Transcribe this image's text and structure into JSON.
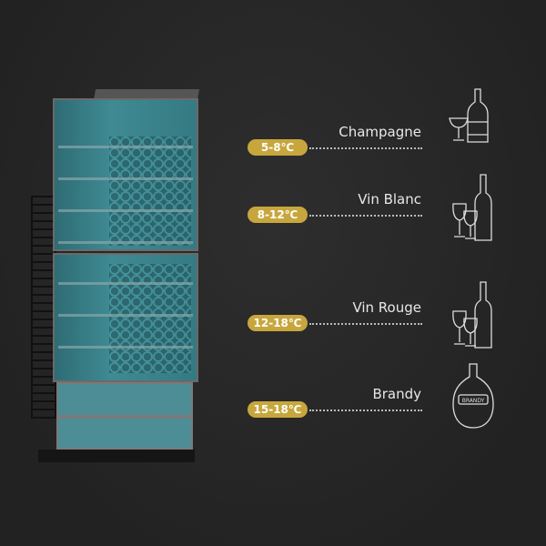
{
  "zones": [
    {
      "name": "Champagne",
      "temp": "5-8℃",
      "icon": "champagne-icon"
    },
    {
      "name": "Vin Blanc",
      "temp": "8-12℃",
      "icon": "white-wine-icon"
    },
    {
      "name": "Vin Rouge",
      "temp": "12-18℃",
      "icon": "red-wine-icon"
    },
    {
      "name": "Brandy",
      "temp": "15-18℃",
      "icon": "brandy-icon",
      "bottle_label": "BRANDY"
    }
  ],
  "colors": {
    "badge": "#c7a73d",
    "background": "#2a2a2a",
    "glass": "#3f8a93"
  }
}
